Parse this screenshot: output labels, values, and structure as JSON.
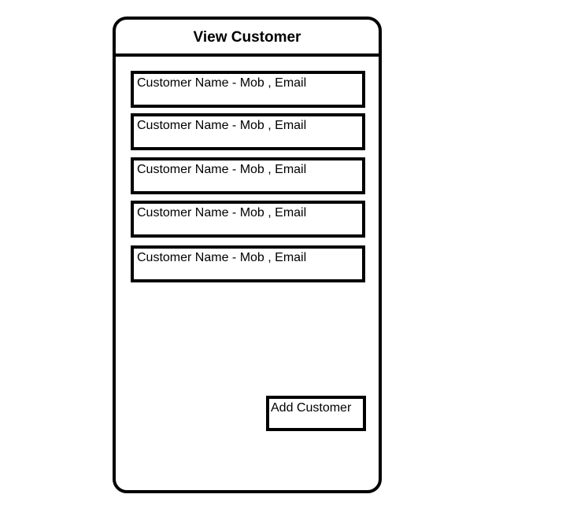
{
  "header": {
    "title": "View Customer"
  },
  "customers": [
    {
      "label": "Customer Name - Mob , Email"
    },
    {
      "label": "Customer Name - Mob , Email"
    },
    {
      "label": "Customer Name - Mob , Email"
    },
    {
      "label": "Customer Name - Mob , Email"
    },
    {
      "label": "Customer Name - Mob , Email"
    }
  ],
  "actions": {
    "add_customer_label": "Add Customer"
  }
}
